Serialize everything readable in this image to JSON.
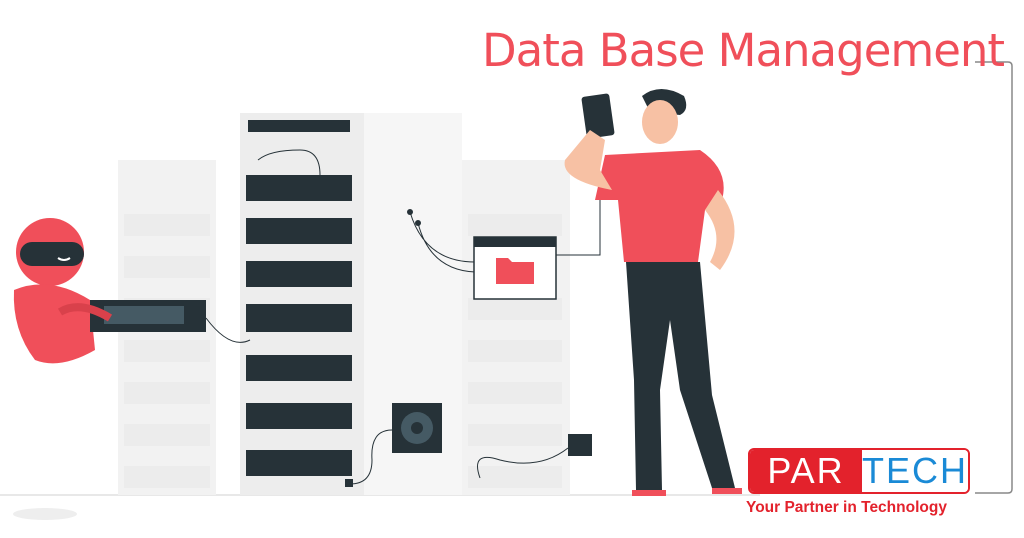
{
  "title": "Data Base Management",
  "logo": {
    "part1": "PAR",
    "part2": "TECH",
    "tagline": "Your Partner in Technology"
  },
  "colors": {
    "accent": "#f04f5a",
    "dark": "#263238",
    "logo_red": "#e3222c",
    "logo_blue": "#1a8ad6"
  }
}
